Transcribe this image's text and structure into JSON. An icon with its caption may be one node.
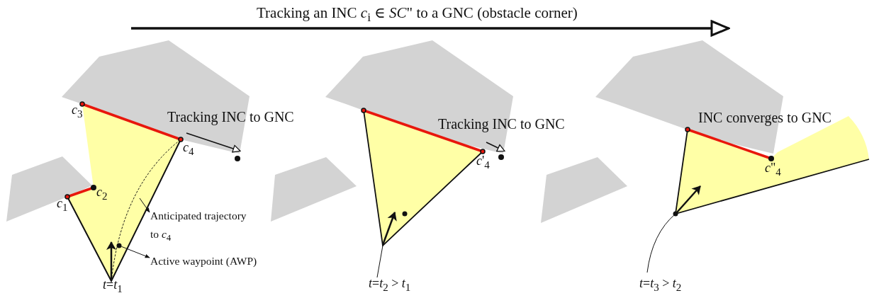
{
  "diagram": {
    "title": "Tracking an INC *c*$_{i}$ ∈ *SC*\" to a GNC (obstacle corner)",
    "nodes": [
      {
        "text": [
          "Anticipated trajectory to *c*$_{4}$"
        ]
      },
      {
        "text": [
          "Active waypoint (AWP)"
        ]
      },
      {
        "text": [],
        "shape": "circle"
      }
    ],
    "edges": [
      {
        "from": null,
        "to": 0,
        "arrow": "to"
      },
      {
        "from": 2,
        "to": 1,
        "arrow": "to"
      }
    ],
    "labels": [
      "Tracking INC to GNC",
      "*c*$_{3}$",
      "*c*$_{4}$",
      "*c*$_{2}$",
      "*c*$_{1}$",
      "*t*=*t*$_{1}$",
      "Tracking INC to GNC",
      "*c*'$_{4}$",
      "*t*=*t*$_{2}$ > *t*$_{1}$",
      "INC converges to GNC",
      "*c*\"$_{4}$",
      "*t*=*t*$_{3}$ > *t*$_{2}$"
    ]
  }
}
